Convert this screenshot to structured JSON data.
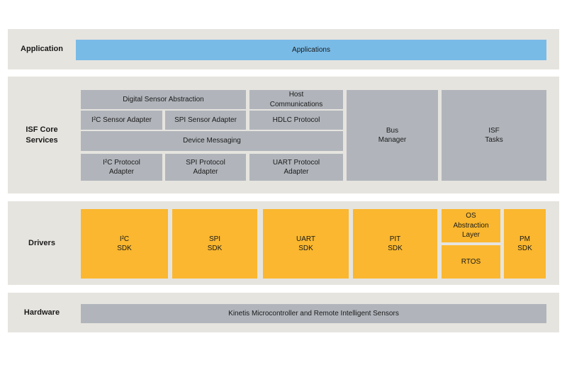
{
  "colors": {
    "band_background": "#e6e4df",
    "block_gray": "#b1b5bb",
    "application_blue": "#79bbe7",
    "driver_orange": "#fab72f",
    "text": "#1a1a1a"
  },
  "layers": {
    "application": {
      "label": "Application",
      "applications": "Applications"
    },
    "isf_core_services": {
      "label": "ISF Core\nServices",
      "digital_sensor_abstraction": "Digital Sensor Abstraction",
      "host_communications": "Host\nCommunications",
      "i2c_sensor_adapter": "I²C Sensor Adapter",
      "spi_sensor_adapter": "SPI Sensor Adapter",
      "hdlc_protocol": "HDLC Protocol",
      "device_messaging": "Device Messaging",
      "i2c_protocol_adapter": "I²C Protocol\nAdapter",
      "spi_protocol_adapter": "SPI Protocol\nAdapter",
      "uart_protocol_adapter": "UART Protocol\nAdapter",
      "bus_manager": "Bus\nManager",
      "isf_tasks": "ISF\nTasks"
    },
    "drivers": {
      "label": "Drivers",
      "i2c_sdk": "I²C\nSDK",
      "spi_sdk": "SPI\nSDK",
      "uart_sdk": "UART\nSDK",
      "pit_sdk": "PIT\nSDK",
      "os_abstraction_layer": "OS\nAbstraction\nLayer",
      "rtos": "RTOS",
      "pm_sdk": "PM\nSDK"
    },
    "hardware": {
      "label": "Hardware",
      "kinetis": "Kinetis Microcontroller and Remote Intelligent Sensors"
    }
  }
}
